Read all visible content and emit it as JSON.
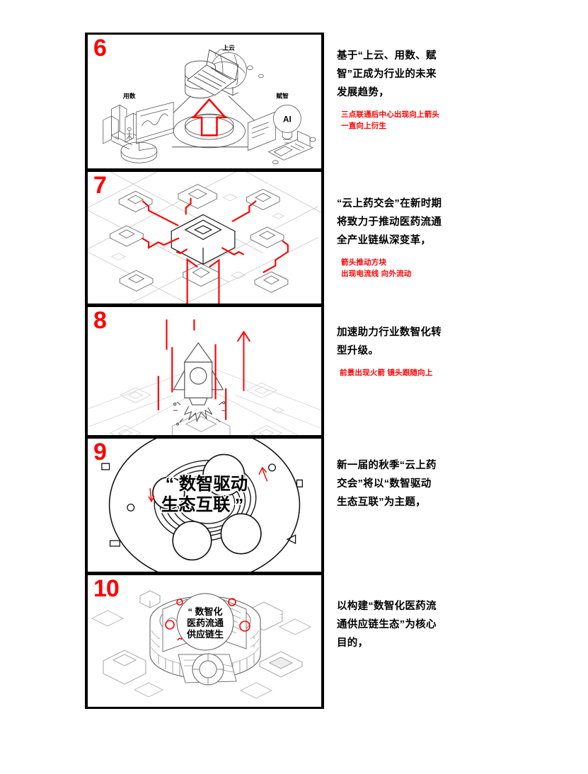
{
  "document": {
    "type": "storyboard",
    "accent_color": "#ff0000",
    "ink_color": "#000000",
    "background": "#ffffff"
  },
  "panels": [
    {
      "number": "6",
      "narration": "基于“上云、用数、赋智”正成为行业的未来发展趋势，",
      "annotation": "三点联通后中心出现向上箭头\n一直向上衍生",
      "art": {
        "name": "cloud-data-ai-triad",
        "labels": {
          "top": "上云",
          "left": "用数",
          "right": "赋智",
          "bulb": "AI"
        }
      }
    },
    {
      "number": "7",
      "narration": "“云上药交会”在新时期将致力于推动医药流通全产业链纵深变革，",
      "annotation": "箭头推动方块\n出现电流线 向外流动",
      "art": {
        "name": "isometric-node-network",
        "labels": {}
      }
    },
    {
      "number": "8",
      "narration": "加速助力行业数智化转型升级。",
      "annotation": "前景出现火箭 镜头跟随向上",
      "art": {
        "name": "rocket-launch-upward",
        "labels": {}
      }
    },
    {
      "number": "9",
      "narration": "新一届的秋季“云上药交会”将以“数智驱动 生态互联”为主题，",
      "annotation": "",
      "art": {
        "name": "orbiting-spheres-theme",
        "labels": {
          "line1": "“ 数智驱动",
          "line2": "生态互联 ”"
        }
      }
    },
    {
      "number": "10",
      "narration": "以构建“数智化医药流通供应链生态”为核心目的，",
      "annotation": "",
      "art": {
        "name": "cylindrical-data-platform",
        "labels": {
          "line1": "“ 数智化",
          "line2": "医药流通",
          "line3": "供应链生"
        }
      }
    }
  ]
}
